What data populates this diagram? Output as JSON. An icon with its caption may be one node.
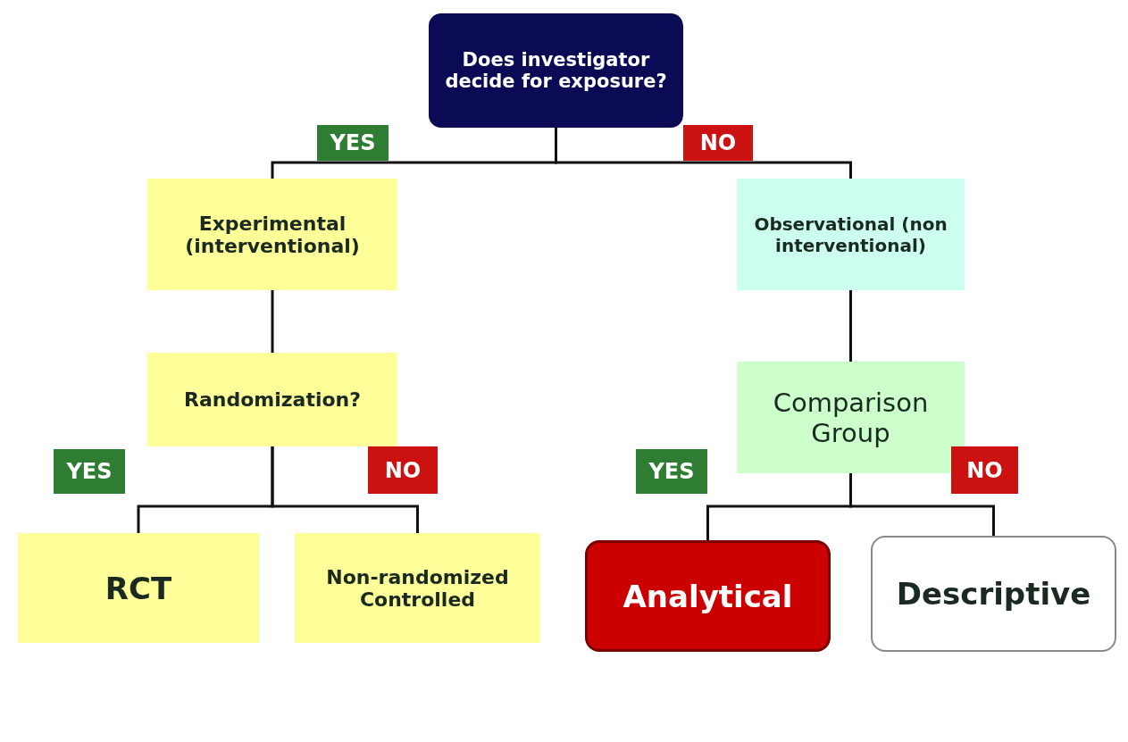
{
  "diagram": {
    "nodes": [
      {
        "text": [
          "Does investigator decide for exposure?"
        ]
      },
      {
        "text": [
          "Experimental (interventional)"
        ]
      },
      {
        "text": [
          "Observational (non interventional)"
        ]
      },
      {
        "text": [
          "Randomization?"
        ]
      },
      {
        "text": [
          "Comparison Group"
        ]
      },
      {
        "text": [
          "RCT"
        ]
      },
      {
        "text": [
          "Non-randomized Controlled"
        ]
      },
      {
        "text": [
          "Analytical"
        ]
      },
      {
        "text": [
          "Descriptive"
        ]
      }
    ],
    "edges": [
      {
        "from": 0,
        "to": 1,
        "arrow": "none"
      },
      {
        "from": 0,
        "to": 2,
        "arrow": "none"
      },
      {
        "from": 1,
        "to": 3,
        "arrow": "none"
      },
      {
        "from": 2,
        "to": 4,
        "arrow": "none"
      },
      {
        "from": 3,
        "to": 5,
        "arrow": "none"
      },
      {
        "from": 3,
        "to": 6,
        "arrow": "none"
      },
      {
        "from": 4,
        "to": 7,
        "arrow": "none"
      },
      {
        "from": 4,
        "to": 8,
        "arrow": "none"
      }
    ],
    "labels": [
      "YES",
      "NO",
      "YES",
      "NO",
      "YES",
      "NO"
    ]
  }
}
